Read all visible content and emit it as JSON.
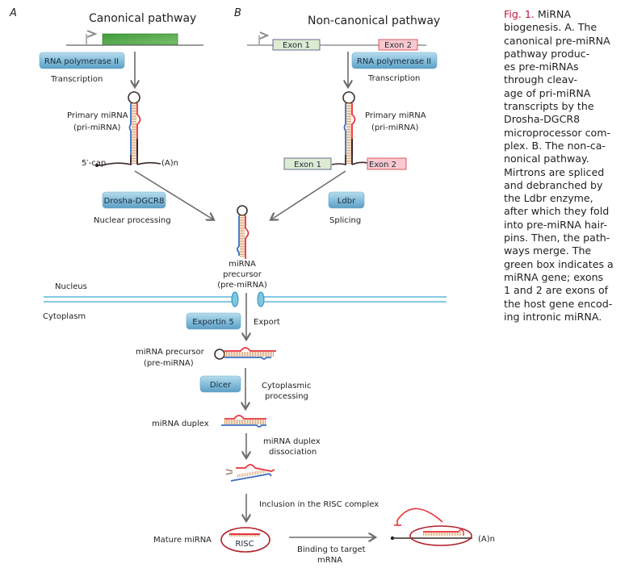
{
  "panels": {
    "a": {
      "letter": "A",
      "title": "Canonical pathway"
    },
    "b": {
      "letter": "B",
      "title": "Non-canonical pathway"
    }
  },
  "canonical": {
    "enzyme": "RNA polymerase II",
    "step": "Transcription",
    "pri_label_1": "Primary miRNA",
    "pri_label_2": "(pri-miRNA)",
    "cap": "5′-cap",
    "polya": "(A)n",
    "processing_enzyme": "Drosha-DGCR8",
    "processing_step": "Nuclear processing"
  },
  "noncanonical": {
    "exon1": "Exon 1",
    "exon2": "Exon 2",
    "enzyme": "RNA polymerase II",
    "step": "Transcription",
    "pri_label_1": "Primary miRNA",
    "pri_label_2": "(pri-miRNA)",
    "splice_enzyme": "Ldbr",
    "splice_step": "Splicing"
  },
  "merge": {
    "pre_label_1": "miRNA",
    "pre_label_2": "precursor",
    "pre_label_3": "(pre-miRNA)",
    "nucleus": "Nucleus",
    "cytoplasm": "Cytoplasm",
    "export_enzyme": "Exportin 5",
    "export_step": "Export"
  },
  "cytoplasm": {
    "pre_label_1": "miRNA precursor",
    "pre_label_2": "(pre-miRNA)",
    "dicer": "Dicer",
    "dicer_step_1": "Cytoplasmic",
    "dicer_step_2": "processing",
    "duplex": "miRNA duplex",
    "dissoc_1": "miRNA duplex",
    "dissoc_2": "dissociation",
    "risc_step": "Inclusion in the RISC complex",
    "mature": "Mature miRNA",
    "risc": "RISC",
    "binding_1": "Binding to target",
    "binding_2": "mRNA",
    "target_polya": "(A)n"
  },
  "caption": {
    "fig": "Fig. 1.",
    "text": " MiRNA\nbiogenesis. A. The\ncanonical pre-miRNA\npathway produc-\nes pre-miRNAs\nthrough cleav-\nage of pri-miRNA\ntranscripts by the\nDrosha-DGCR8\nmicroprocessor com-\nplex. B. The non-ca-\nnonical pathway.\nMirtrons are spliced\nand debranched by\nthe Ldbr enzyme,\nafter which they fold\ninto pre-miRNA hair-\npins. Then, the path-\nways merge. The\ngreen box indicates a\nmiRNA gene; exons\n1 and 2 are exons of\nthe host gene encod-\ning intronic miRNA."
  },
  "colors": {
    "gene_green": "#5aaa4a",
    "exon1_fill": "#dcebd2",
    "exon2_fill": "#f9c9cf",
    "enzyme_box": "#7fb9d6",
    "membrane": "#5fb7d8",
    "strand_red": "#e8333a",
    "strand_blue": "#3a6fc0",
    "risc_outline": "#b0202a",
    "arrow": "#6d6d6d",
    "caption_accent": "#c0143c"
  }
}
